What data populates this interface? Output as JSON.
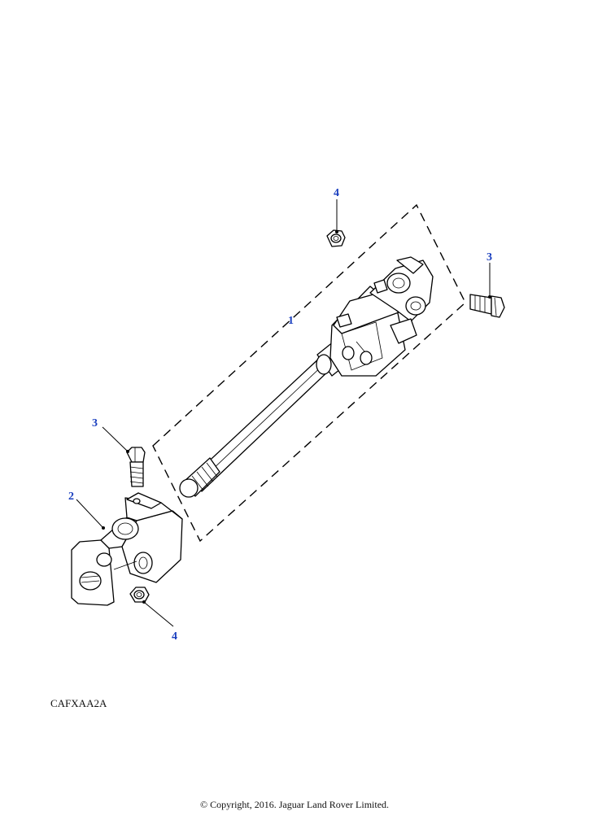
{
  "callouts": [
    {
      "id": "callout-1",
      "label": "1"
    },
    {
      "id": "callout-2",
      "label": "2"
    },
    {
      "id": "callout-3-top",
      "label": "3"
    },
    {
      "id": "callout-3-left",
      "label": "3"
    },
    {
      "id": "callout-4-top",
      "label": "4"
    },
    {
      "id": "callout-4-bottom",
      "label": "4"
    }
  ],
  "reference_code": "CAFXAA2A",
  "copyright": "© Copyright, 2016. Jaguar Land Rover Limited.",
  "colors": {
    "callout": "#1a3fbf",
    "line": "#000000",
    "background": "#ffffff"
  }
}
